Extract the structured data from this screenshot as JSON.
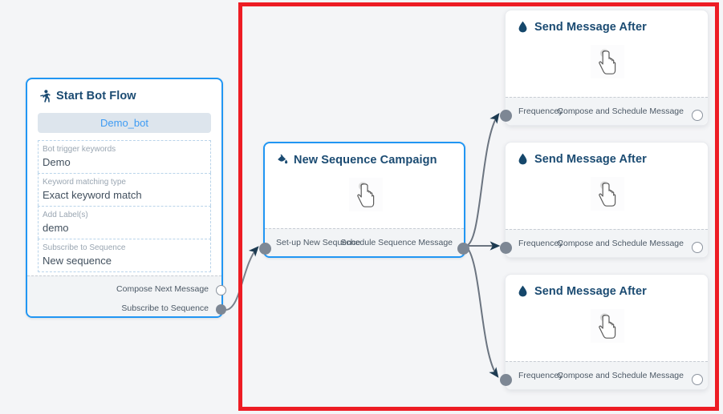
{
  "canvas": {
    "background_color": "#f4f5f7",
    "highlight_rect_color": "#ed1c24"
  },
  "nodes": [
    {
      "id": "start-bot-flow",
      "title": "Start Bot Flow",
      "icon": "running-person-icon",
      "selected": true,
      "bot_pill": "Demo_bot",
      "fields": [
        {
          "label": "Bot trigger keywords",
          "value": "Demo"
        },
        {
          "label": "Keyword matching type",
          "value": "Exact keyword match"
        },
        {
          "label": "Add Label(s)",
          "value": "demo"
        },
        {
          "label": "Subscribe to Sequence",
          "value": "New sequence"
        }
      ],
      "ports": [
        {
          "label": "Compose Next Message",
          "type": "hollow",
          "side": "right"
        },
        {
          "label": "Subscribe to Sequence",
          "type": "filled",
          "side": "right"
        }
      ]
    },
    {
      "id": "new-sequence-campaign",
      "title": "New Sequence Campaign",
      "icon": "paint-pour-icon",
      "selected": true,
      "cursor_icon": "pointing-hand-cursor",
      "ports": [
        {
          "label": "Set-up New Sequence",
          "type": "filled",
          "side": "left"
        },
        {
          "label": "Schedule Sequence Message",
          "type": "filled",
          "side": "right"
        }
      ]
    },
    {
      "id": "send-message-after-1",
      "title": "Send Message After",
      "icon": "droplet-icon",
      "selected": false,
      "cursor_icon": "pointing-hand-cursor",
      "ports": [
        {
          "label": "Frequencey",
          "type": "filled",
          "side": "left"
        },
        {
          "label": "Compose and Schedule Message",
          "type": "hollow",
          "side": "right"
        }
      ]
    },
    {
      "id": "send-message-after-2",
      "title": "Send Message After",
      "icon": "droplet-icon",
      "selected": false,
      "cursor_icon": "pointing-hand-cursor",
      "ports": [
        {
          "label": "Frequencey",
          "type": "filled",
          "side": "left"
        },
        {
          "label": "Compose and Schedule Message",
          "type": "hollow",
          "side": "right"
        }
      ]
    },
    {
      "id": "send-message-after-3",
      "title": "Send Message After",
      "icon": "droplet-icon",
      "selected": false,
      "cursor_icon": "pointing-hand-cursor",
      "ports": [
        {
          "label": "Frequencey",
          "type": "filled",
          "side": "left"
        },
        {
          "label": "Compose and Schedule Message",
          "type": "hollow",
          "side": "right"
        }
      ]
    }
  ]
}
